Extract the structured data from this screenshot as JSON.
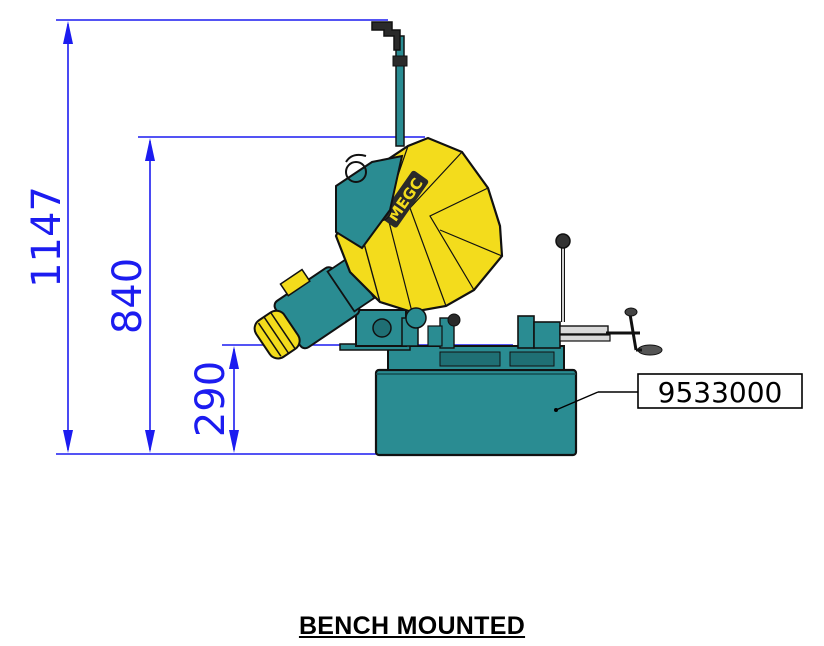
{
  "dimensions": {
    "overall_height": "1147",
    "blade_height": "840",
    "base_height": "290"
  },
  "part_number": "9533000",
  "caption": "BENCH MOUNTED",
  "brand_text": "MEGC",
  "colors": {
    "dimension": "#1c1cf0",
    "guard_yellow": "#f3dc1c",
    "machine_teal": "#2a8c92",
    "outline": "#111111"
  }
}
